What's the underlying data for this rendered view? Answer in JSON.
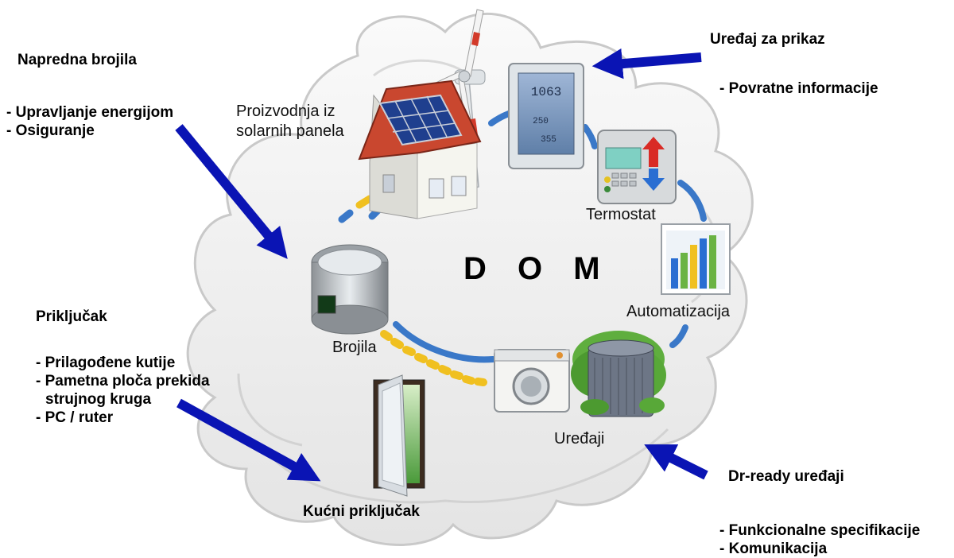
{
  "center": {
    "title": "D O M"
  },
  "labels": {
    "solar": [
      "Proizvodnja iz",
      "solarnih panela"
    ],
    "thermostat": "Termostat",
    "automation": "Automatizacija",
    "meters": "Brojila",
    "appliances": "Uređaji",
    "house_connection": "Kućni priključak"
  },
  "callouts": {
    "smart_meters": {
      "title": "Napredna brojila",
      "items": [
        "- Upravljanje energijom",
        "- Osiguranje"
      ]
    },
    "display": {
      "title": "Uređaj za prikaz",
      "items": [
        "- Povratne informacije"
      ]
    },
    "connection": {
      "title": "Priključak",
      "items": [
        "- Prilagođene kutije",
        "- Pametna ploča prekida",
        "strujnog kruga",
        "- PC / ruter"
      ]
    },
    "dr_ready": {
      "title": "Dr-ready uređaji",
      "items": [
        "- Funkcionalne specifikacije",
        "- Komunikacija"
      ]
    }
  },
  "display_screen": {
    "line1": "1063",
    "line2": "250",
    "line3": "355"
  },
  "colors": {
    "arrow": "#0a14b4",
    "link_blue": "#3a78c8",
    "link_yellow": "#f0c020",
    "cloud_edge": "#c9c9c9",
    "cloud_fill": "#f1f1f1"
  },
  "icons": [
    "wind-turbine-icon",
    "house-icon",
    "display-device-icon",
    "thermostat-icon",
    "bar-chart-icon",
    "meter-icon",
    "washing-machine-icon",
    "hvac-unit-icon",
    "door-icon"
  ]
}
